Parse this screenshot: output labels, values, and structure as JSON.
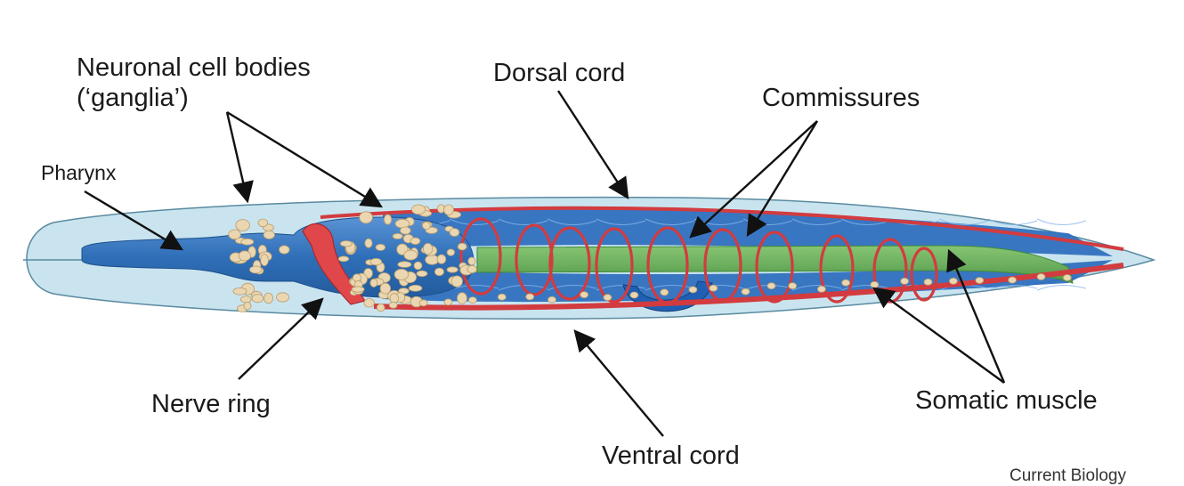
{
  "labels": {
    "neuronal_cell_bodies_line1": "Neuronal cell bodies",
    "neuronal_cell_bodies_line2": "(‘ganglia’)",
    "pharynx": "Pharynx",
    "dorsal_cord": "Dorsal cord",
    "commissures": "Commissures",
    "nerve_ring": "Nerve ring",
    "ventral_cord": "Ventral cord",
    "somatic_muscle": "Somatic muscle",
    "journal_credit": "Current Biology"
  },
  "colors": {
    "body": "#c9e4ef",
    "body_outline": "#5a8aa0",
    "pharynx": "#2f6fb8",
    "muscle": "#1f5fb4",
    "muscle_light": "#3b80cc",
    "nerve": "#e0474a",
    "nerve_dark": "#a82a2e",
    "gut": "#6db05f",
    "gut_dark": "#3f8a3a",
    "ganglia": "#ead6b0",
    "ganglia_outline": "#b89c6c",
    "arrow": "#111111"
  }
}
